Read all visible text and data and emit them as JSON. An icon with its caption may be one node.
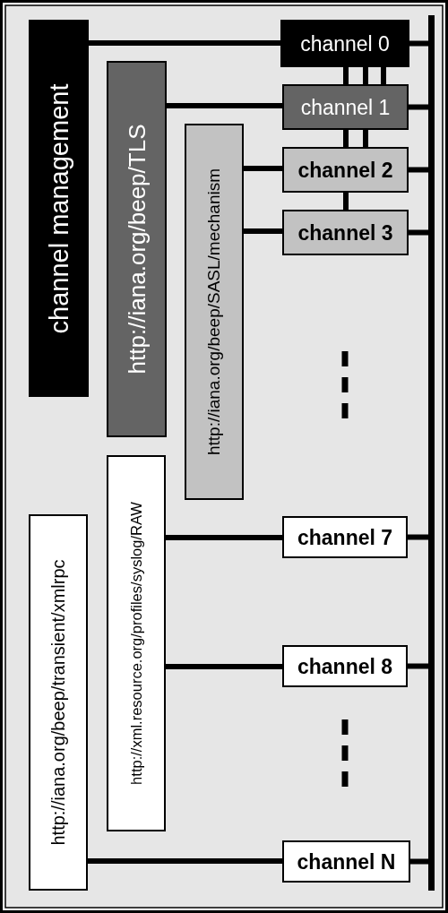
{
  "diagram": {
    "nodes": [
      {
        "text": [
          "channel management"
        ]
      },
      {
        "text": [
          "http://iana.org/beep/TLS"
        ]
      },
      {
        "text": [
          "http://iana.org/beep/SASL/mechanism"
        ]
      },
      {
        "text": [
          "http://xml.resource.org/profiles/syslog/RAW"
        ]
      },
      {
        "text": [
          "http://iana.org/beep/transient/xmlrpc"
        ]
      },
      {
        "text": [
          "channel 0"
        ]
      },
      {
        "text": [
          "channel 1"
        ]
      },
      {
        "text": [
          "channel 2"
        ]
      },
      {
        "text": [
          "channel 3"
        ]
      },
      {
        "text": [
          "channel 7"
        ]
      },
      {
        "text": [
          "channel 8"
        ]
      },
      {
        "text": [
          "channel N"
        ]
      },
      {
        "text": [],
        "shape": "bar"
      }
    ],
    "edges": [
      {
        "from": 0,
        "to": 5,
        "arrow": "none"
      },
      {
        "from": 1,
        "to": 6,
        "arrow": "none"
      },
      {
        "from": 2,
        "to": 7,
        "arrow": "none"
      },
      {
        "from": 2,
        "to": 8,
        "arrow": "none"
      },
      {
        "from": 3,
        "to": 9,
        "arrow": "none"
      },
      {
        "from": 3,
        "to": 10,
        "arrow": "none"
      },
      {
        "from": 4,
        "to": 11,
        "arrow": "none"
      },
      {
        "from": 5,
        "to": 6,
        "arrow": "none"
      },
      {
        "from": 5,
        "to": 6,
        "arrow": "none"
      },
      {
        "from": 5,
        "to": 6,
        "arrow": "none"
      },
      {
        "from": 6,
        "to": 7,
        "arrow": "none"
      },
      {
        "from": 6,
        "to": 7,
        "arrow": "none"
      },
      {
        "from": 7,
        "to": 8,
        "arrow": "none"
      },
      {
        "from": 5,
        "to": 12,
        "arrow": "none"
      },
      {
        "from": 6,
        "to": 12,
        "arrow": "none"
      },
      {
        "from": 7,
        "to": 12,
        "arrow": "none"
      },
      {
        "from": 8,
        "to": 12,
        "arrow": "none"
      },
      {
        "from": 9,
        "to": 12,
        "arrow": "none"
      },
      {
        "from": 10,
        "to": 12,
        "arrow": "none"
      },
      {
        "from": 11,
        "to": 12,
        "arrow": "none"
      }
    ]
  }
}
